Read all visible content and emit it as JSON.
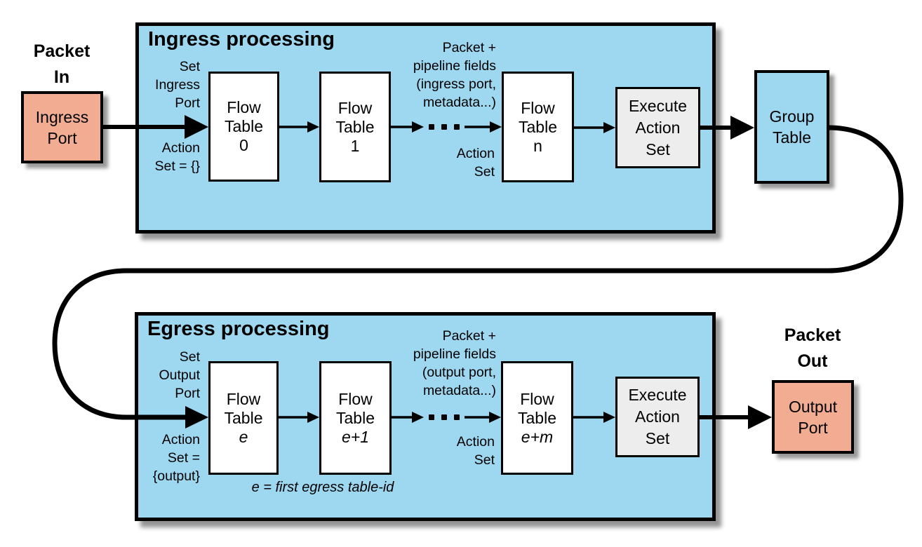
{
  "colors": {
    "box_blue": "#9ED7F0",
    "box_salmon": "#F1AC92",
    "box_gray": "#EDEDED",
    "line": "#000000"
  },
  "packet_in": [
    "Packet",
    "In"
  ],
  "ingress_port": [
    "Ingress",
    "Port"
  ],
  "ingress": {
    "title": "Ingress processing",
    "set_port": [
      "Set",
      "Ingress",
      "Port"
    ],
    "action_set_init": [
      "Action",
      "Set = {}"
    ],
    "ft0": [
      "Flow",
      "Table",
      "0"
    ],
    "ft1": [
      "Flow",
      "Table",
      "1"
    ],
    "ftn": [
      "Flow",
      "Table",
      "n"
    ],
    "packet_fields": [
      "Packet +",
      "pipeline fields",
      "(ingress port,",
      "metadata...)"
    ],
    "action_set": [
      "Action",
      "Set"
    ],
    "execute": [
      "Execute",
      "Action",
      "Set"
    ]
  },
  "group_table": [
    "Group",
    "Table"
  ],
  "egress": {
    "title": "Egress processing",
    "set_port": [
      "Set",
      "Output",
      "Port"
    ],
    "action_set_init": [
      "Action",
      "Set =",
      "{output}"
    ],
    "fte": [
      "Flow",
      "Table",
      "e"
    ],
    "fte1": [
      "Flow",
      "Table",
      "e+1"
    ],
    "ftem": [
      "Flow",
      "Table",
      "e+m"
    ],
    "packet_fields": [
      "Packet +",
      "pipeline fields",
      "(output port,",
      "metadata...)"
    ],
    "action_set": [
      "Action",
      "Set"
    ],
    "execute": [
      "Execute",
      "Action",
      "Set"
    ],
    "note": "e = first egress table-id"
  },
  "packet_out": [
    "Packet",
    "Out"
  ],
  "output_port": [
    "Output",
    "Port"
  ]
}
